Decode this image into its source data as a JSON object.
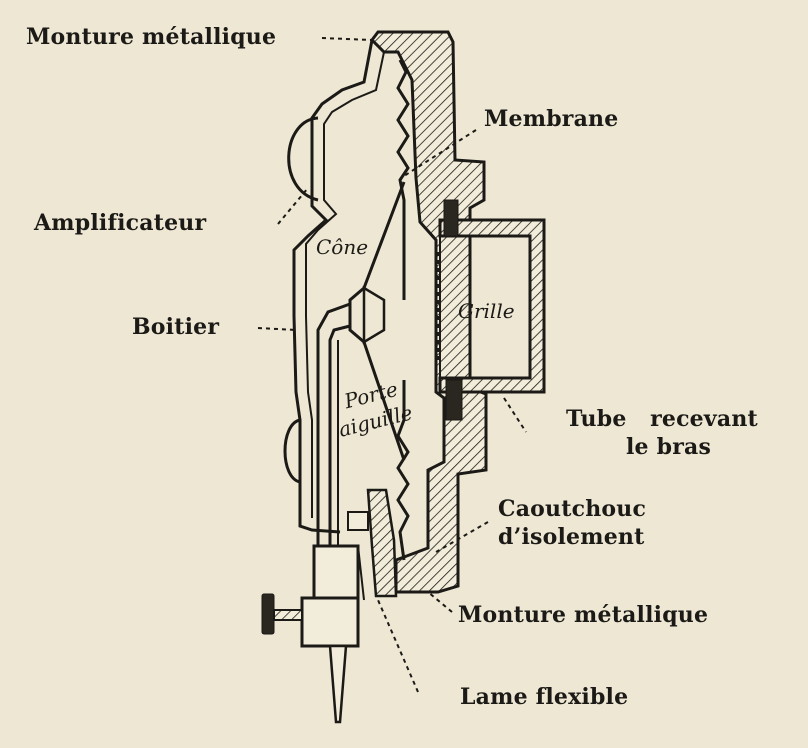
{
  "labels": {
    "monture_top": "Monture métallique",
    "membrane": "Membrane",
    "amplificateur": "Amplificateur",
    "boitier": "Boitier",
    "tube_line1": "Tube   recevant",
    "tube_line2": "le bras",
    "caoutchouc_line1": "Caoutchouc",
    "caoutchouc_line2": "d’isolement",
    "monture_bottom": "Monture métallique",
    "lame": "Lame flexible"
  },
  "inner_labels": {
    "cone": "Cône",
    "grille": "Grille",
    "porte_line1": "Porte",
    "porte_line2": "aiguille"
  },
  "colors": {
    "background": "#ede7d4",
    "ink": "#1c1a16"
  }
}
